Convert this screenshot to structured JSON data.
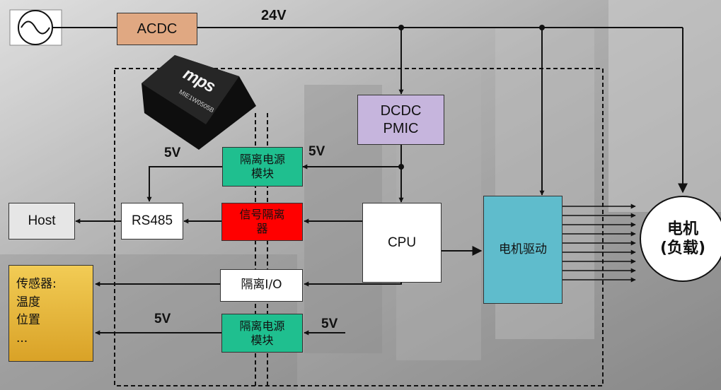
{
  "source_symbol": "ac-source-icon",
  "blocks": {
    "acdc": "ACDC",
    "dcdc_line1": "DCDC",
    "dcdc_line2": "PMIC",
    "iso_power_top_line1": "隔离电源",
    "iso_power_top_line2": "模块",
    "signal_iso_line1": "信号隔离",
    "signal_iso_line2": "器",
    "rs485": "RS485",
    "host": "Host",
    "cpu": "CPU",
    "motor_driver": "电机驱动",
    "iso_io": "隔离I/O",
    "iso_power_bottom_line1": "隔离电源",
    "iso_power_bottom_line2": "模块",
    "motor_line1": "电机",
    "motor_line2": "(负载)",
    "sensor_line1": "传感器:",
    "sensor_line2": "温度",
    "sensor_line3": "位置",
    "sensor_line4": "..."
  },
  "labels": {
    "v24": "24V",
    "v5_top_left": "5V",
    "v5_top_right": "5V",
    "v5_bottom_left": "5V",
    "v5_bottom_right": "5V"
  },
  "chip": {
    "logo": "mps",
    "part_number": "MIE1W0505B"
  },
  "colors": {
    "acdc": "#e0a882",
    "dcdc": "#c6b5dd",
    "iso_power": "#1fbf8f",
    "signal_iso": "#ff0000",
    "rs485": "#ffffff",
    "host": "#e6e6e6",
    "cpu": "#ffffff",
    "motor_driver": "#5fbccc",
    "iso_io": "#ffffff",
    "sensor": "#e8b838",
    "chip": "#1a1a1a"
  }
}
